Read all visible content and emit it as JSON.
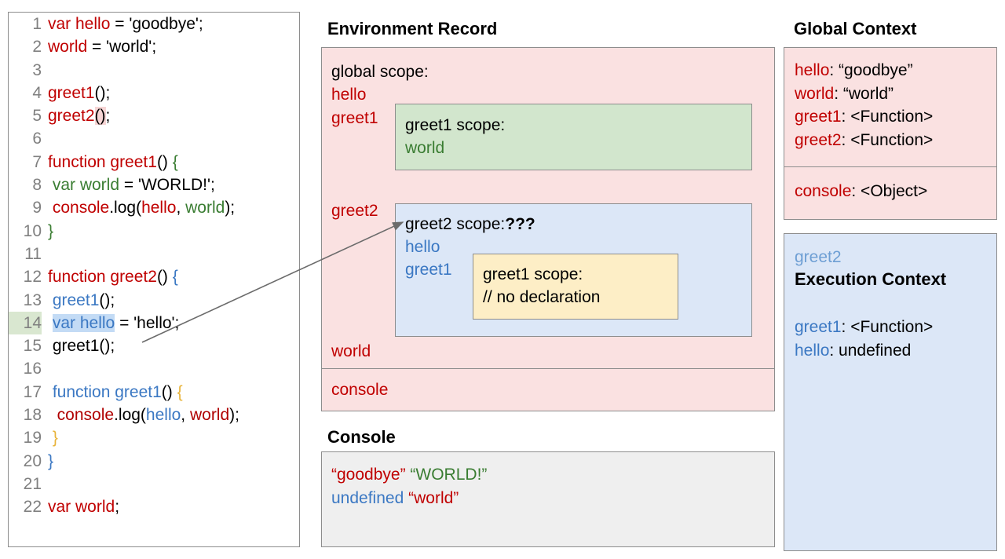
{
  "code_panel": {
    "lines": [
      {
        "n": "1",
        "tokens": [
          {
            "t": "var hello",
            "c": "red"
          },
          {
            "t": " = 'goodbye';",
            "c": "blk"
          }
        ]
      },
      {
        "n": "2",
        "tokens": [
          {
            "t": "world",
            "c": "red"
          },
          {
            "t": " = 'world';",
            "c": "blk"
          }
        ]
      },
      {
        "n": "3",
        "tokens": []
      },
      {
        "n": "4",
        "tokens": [
          {
            "t": "greet1",
            "c": "red"
          },
          {
            "t": "();",
            "c": "blk"
          }
        ]
      },
      {
        "n": "5",
        "tokens": [
          {
            "t": "greet2",
            "c": "red"
          },
          {
            "t": "()",
            "c": "blk",
            "hl": "hl-pink"
          },
          {
            "t": ";",
            "c": "blk"
          }
        ]
      },
      {
        "n": "6",
        "tokens": []
      },
      {
        "n": "7",
        "tokens": [
          {
            "t": "function greet1",
            "c": "red"
          },
          {
            "t": "() ",
            "c": "blk"
          },
          {
            "t": "{",
            "c": "green"
          }
        ]
      },
      {
        "n": "8",
        "tokens": [
          {
            "t": " var world",
            "c": "green"
          },
          {
            "t": " = 'WORLD!';",
            "c": "blk"
          }
        ]
      },
      {
        "n": "9",
        "tokens": [
          {
            "t": " console",
            "c": "red"
          },
          {
            "t": ".log(",
            "c": "blk"
          },
          {
            "t": "hello",
            "c": "red"
          },
          {
            "t": ", ",
            "c": "blk"
          },
          {
            "t": "world",
            "c": "green"
          },
          {
            "t": ");",
            "c": "blk"
          }
        ]
      },
      {
        "n": "10",
        "tokens": [
          {
            "t": "}",
            "c": "green"
          }
        ]
      },
      {
        "n": "11",
        "tokens": []
      },
      {
        "n": "12",
        "tokens": [
          {
            "t": "function greet2",
            "c": "red"
          },
          {
            "t": "() ",
            "c": "blk"
          },
          {
            "t": "{",
            "c": "blue"
          }
        ]
      },
      {
        "n": "13",
        "tokens": [
          {
            "t": " greet1",
            "c": "blue"
          },
          {
            "t": "();",
            "c": "blk"
          }
        ]
      },
      {
        "n": "14",
        "tokens": [
          {
            "t": " ",
            "c": "blk"
          },
          {
            "t": "var hello",
            "c": "blue",
            "hl": "hl-blue"
          },
          {
            "t": " = 'hello';",
            "c": "blk"
          }
        ],
        "num_hl": true
      },
      {
        "n": "15",
        "tokens": [
          {
            "t": " greet1();",
            "c": "blk"
          }
        ]
      },
      {
        "n": "16",
        "tokens": []
      },
      {
        "n": "17",
        "tokens": [
          {
            "t": " function greet1",
            "c": "blue"
          },
          {
            "t": "() ",
            "c": "blk"
          },
          {
            "t": "{",
            "c": "gold"
          }
        ]
      },
      {
        "n": "18",
        "tokens": [
          {
            "t": "  console",
            "c": "dred"
          },
          {
            "t": ".log(",
            "c": "blk"
          },
          {
            "t": "hello",
            "c": "blue"
          },
          {
            "t": ", ",
            "c": "blk"
          },
          {
            "t": "world",
            "c": "dred"
          },
          {
            "t": ");",
            "c": "blk"
          }
        ]
      },
      {
        "n": "19",
        "tokens": [
          {
            "t": " }",
            "c": "gold"
          }
        ]
      },
      {
        "n": "20",
        "tokens": [
          {
            "t": "}",
            "c": "blue"
          }
        ]
      },
      {
        "n": "21",
        "tokens": []
      },
      {
        "n": "22",
        "tokens": [
          {
            "t": "var world",
            "c": "red"
          },
          {
            "t": ";",
            "c": "blk"
          }
        ]
      }
    ]
  },
  "environment_record": {
    "title": "Environment Record",
    "global_scope_label": "global scope:",
    "hello": "hello",
    "greet1": "greet1",
    "greet2": "greet2",
    "world": "world",
    "console": "console",
    "greet1_scope": {
      "label": "greet1 scope:",
      "world": "world"
    },
    "greet2_scope": {
      "label": "greet2 scope:",
      "unknown_marker": "???",
      "hello": "hello",
      "greet1": "greet1",
      "inner_greet1_scope": {
        "label": "greet1 scope:",
        "note": "// no declaration"
      }
    }
  },
  "console_panel": {
    "title": "Console",
    "line1": [
      {
        "t": "“goodbye”",
        "c": "k-red"
      },
      {
        "t": " ",
        "c": "blk"
      },
      {
        "t": "“WORLD!”",
        "c": "green"
      }
    ],
    "line2": [
      {
        "t": "undefined",
        "c": "k-blue"
      },
      {
        "t": " ",
        "c": "blk"
      },
      {
        "t": "“world”",
        "c": "k-red"
      }
    ]
  },
  "global_context": {
    "title": "Global Context",
    "variables": [
      {
        "key": "hello",
        "value": ": “goodbye”"
      },
      {
        "key": "world",
        "value": ": “world”"
      },
      {
        "key": "greet1",
        "value": ": <Function>"
      },
      {
        "key": "greet2",
        "value": ": <Function>"
      }
    ],
    "objects": [
      {
        "key": "console",
        "value": ": <Object>"
      }
    ]
  },
  "execution_context": {
    "name": "greet2",
    "heading": "Execution Context",
    "rows": [
      {
        "key": "greet1",
        "value": ": <Function>"
      },
      {
        "key": "hello",
        "value": ": undefined"
      }
    ]
  },
  "colors": {
    "pink_panel": "#fae1e1",
    "blue_panel": "#dce7f7",
    "green_panel": "#d2e6cd",
    "yellow_panel": "#fdeec6",
    "gray_panel": "#efefef",
    "border": "#8d8d8d",
    "accent_red": "#c00000",
    "accent_blue": "#3b78c3",
    "accent_green": "#3a7d32",
    "accent_gold": "#e8b339"
  }
}
